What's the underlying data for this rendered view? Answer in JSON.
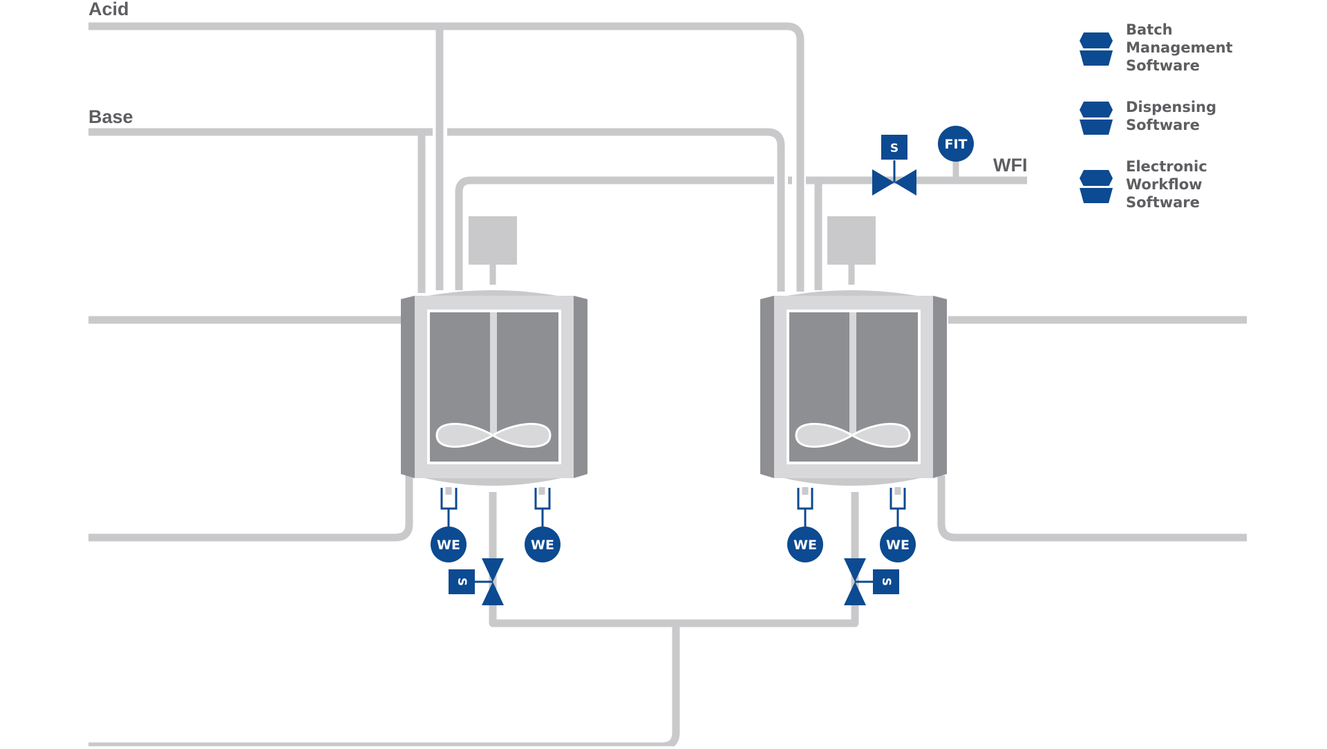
{
  "lines": {
    "acid": "Acid",
    "base": "Base",
    "wfi": "WFI"
  },
  "instruments": {
    "solenoid_label": "S",
    "flow_indicator_transmitter": "FIT",
    "weighing_element": "WE"
  },
  "legend": [
    {
      "lines": [
        "Batch",
        "Management",
        "Software"
      ]
    },
    {
      "lines": [
        "Dispensing",
        "Software"
      ]
    },
    {
      "lines": [
        "Electronic",
        "Workflow",
        "Software"
      ]
    }
  ],
  "colors": {
    "pipe": "#c9c9cb",
    "instrument_blue": "#0c4a91",
    "vessel_dark": "#8e8f93",
    "vessel_mid": "#b4b5b8",
    "vessel_light": "#d8d8da",
    "label_gray": "#5e5e62"
  }
}
